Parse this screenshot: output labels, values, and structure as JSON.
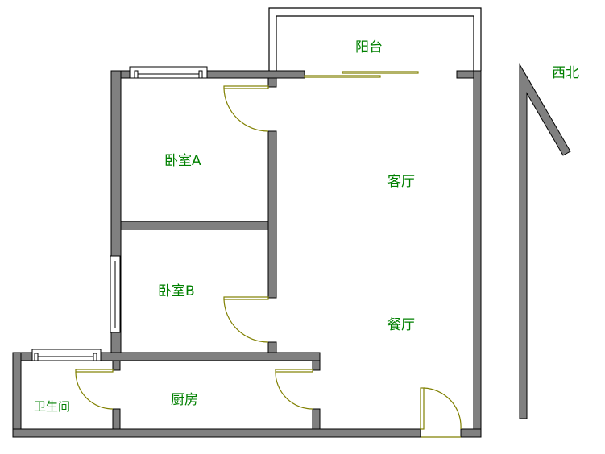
{
  "rooms": {
    "balcony": "阳台",
    "bedroom_a": "卧室A",
    "bedroom_b": "卧室B",
    "living_room": "客厅",
    "dining_room": "餐厅",
    "kitchen": "厨房",
    "bathroom": "卫生间"
  },
  "compass": {
    "label": "西北",
    "color": "#808080"
  },
  "colors": {
    "wall": "#808080",
    "door": "#808000",
    "label": "#008000"
  }
}
